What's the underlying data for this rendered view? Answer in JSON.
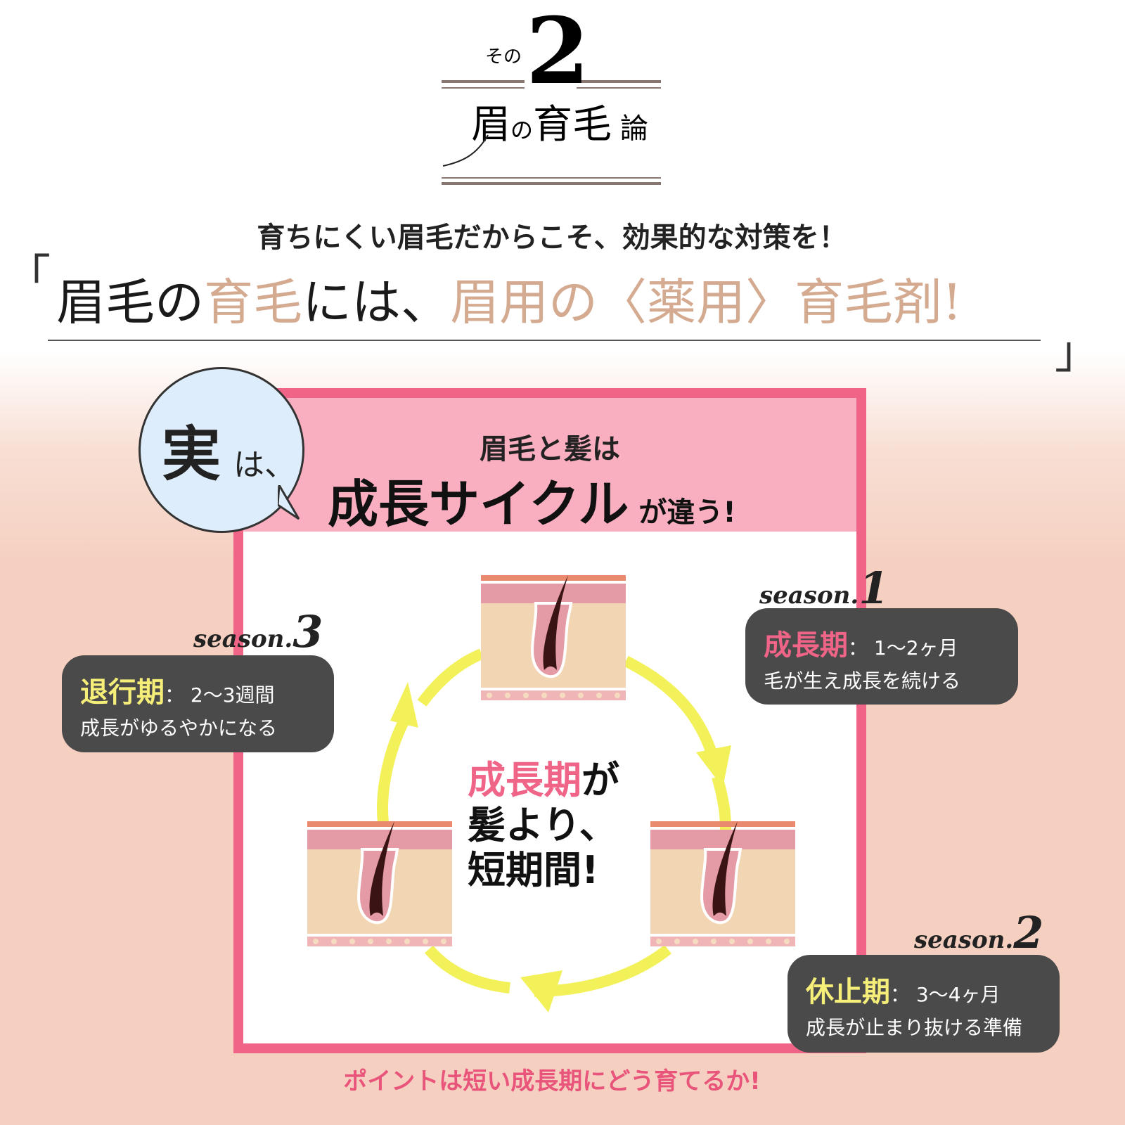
{
  "heading": {
    "prefix": "その",
    "number": "2",
    "title_parts": [
      "眉",
      "の",
      "育毛",
      "論"
    ]
  },
  "subtitle": "育ちにくい眉毛だからこそ、効果的な対策を！",
  "quote": {
    "open": "「",
    "p1": "眉毛の",
    "p2": "育毛",
    "p3": "には、",
    "p4": "眉用の〈薬用〉育毛剤!",
    "close": "」"
  },
  "bubble": {
    "big": "実",
    "small": "は、"
  },
  "box_header": {
    "line1": "眉毛と髪は",
    "big": "成長サイクル",
    "tail": "が違う!"
  },
  "center": {
    "hl": "成長期",
    "l1": "が",
    "l2": "髪より、",
    "l3": "短期間!"
  },
  "seasons": [
    {
      "label": "season.",
      "num": "1",
      "phase": "成長期",
      "duration": "1〜2ヶ月",
      "desc": "毛が生え成長を続ける",
      "color": "#f06488"
    },
    {
      "label": "season.",
      "num": "2",
      "phase": "休止期",
      "duration": "3〜4ヶ月",
      "desc": "成長が止まり抜ける準備",
      "color": "#f5ef7a"
    },
    {
      "label": "season.",
      "num": "3",
      "phase": "退行期",
      "duration": "2〜3週間",
      "desc": "成長がゆるやかになる",
      "color": "#f5ef7a"
    }
  ],
  "footer": "ポイントは短い成長期にどう育てるか!",
  "colors": {
    "pink": "#f06488",
    "beige": "#d4aa90",
    "yellow": "#f2f15a"
  }
}
